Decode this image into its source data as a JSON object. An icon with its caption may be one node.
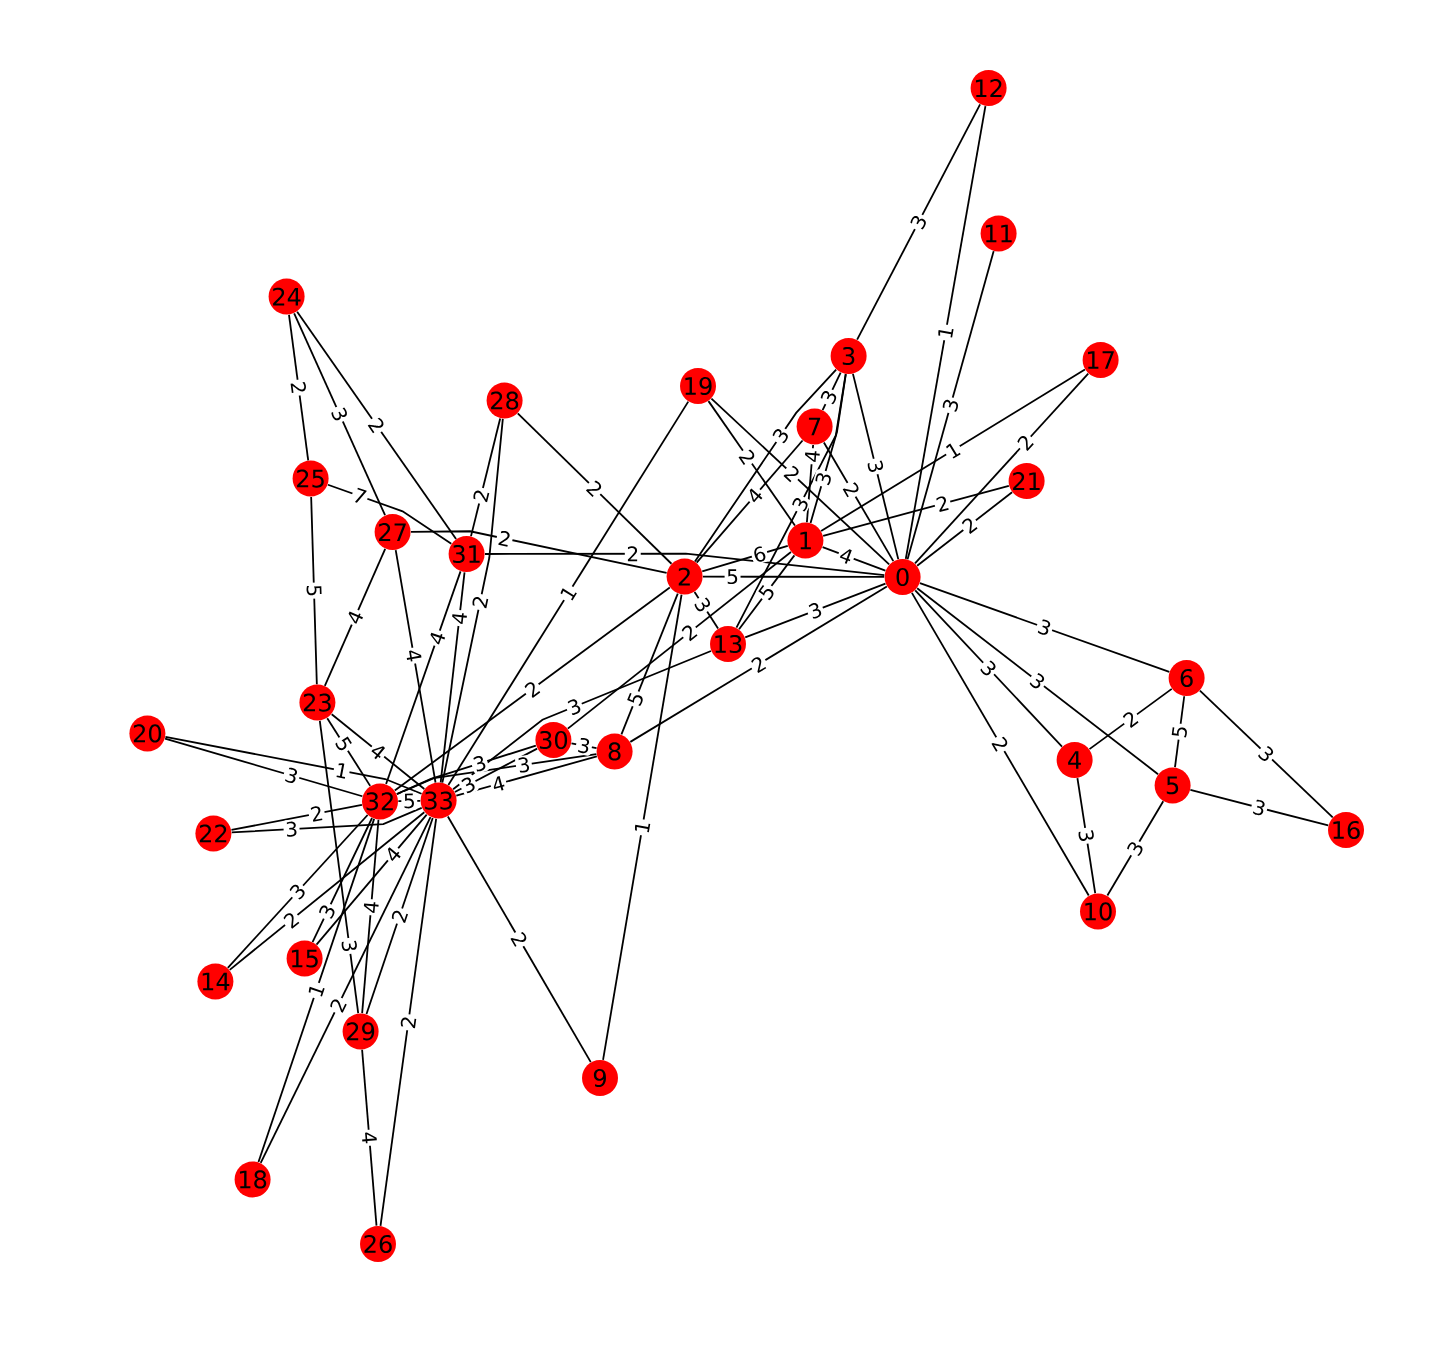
{
  "diagram": {
    "nodes": [
      {
        "text": [
          "0"
        ]
      },
      {
        "text": [
          "1"
        ]
      },
      {
        "text": [
          "2"
        ]
      },
      {
        "text": [
          "3"
        ]
      },
      {
        "text": [
          "4"
        ]
      },
      {
        "text": [
          "5"
        ]
      },
      {
        "text": [
          "6"
        ]
      },
      {
        "text": [
          "7"
        ]
      },
      {
        "text": [
          "8"
        ]
      },
      {
        "text": [
          "9"
        ]
      },
      {
        "text": [
          "10"
        ]
      },
      {
        "text": [
          "11"
        ]
      },
      {
        "text": [
          "12"
        ]
      },
      {
        "text": [
          "13"
        ]
      },
      {
        "text": [
          "14"
        ]
      },
      {
        "text": [
          "15"
        ]
      },
      {
        "text": [
          "16"
        ]
      },
      {
        "text": [
          "17"
        ]
      },
      {
        "text": [
          "18"
        ]
      },
      {
        "text": [
          "19"
        ]
      },
      {
        "text": [
          "20"
        ]
      },
      {
        "text": [
          "21"
        ]
      },
      {
        "text": [
          "22"
        ]
      },
      {
        "text": [
          "23"
        ]
      },
      {
        "text": [
          "24"
        ]
      },
      {
        "text": [
          "25"
        ]
      },
      {
        "text": [
          "26"
        ]
      },
      {
        "text": [
          "27"
        ]
      },
      {
        "text": [
          "28"
        ]
      },
      {
        "text": [
          "29"
        ]
      },
      {
        "text": [
          "30"
        ]
      },
      {
        "text": [
          "31"
        ]
      },
      {
        "text": [
          "32"
        ]
      },
      {
        "text": [
          "33"
        ]
      }
    ],
    "edges": [
      {
        "from": 0,
        "to": 1,
        "arrow": "none",
        "label": "4"
      },
      {
        "from": 0,
        "to": 2,
        "arrow": "none",
        "label": "5"
      },
      {
        "from": 0,
        "to": 3,
        "arrow": "none",
        "label": "3"
      },
      {
        "from": 0,
        "to": 4,
        "arrow": "none",
        "label": "3"
      },
      {
        "from": 0,
        "to": 5,
        "arrow": "none",
        "label": "3"
      },
      {
        "from": 0,
        "to": 6,
        "arrow": "none",
        "label": "3"
      },
      {
        "from": 0,
        "to": 7,
        "arrow": "none",
        "label": "2"
      },
      {
        "from": 0,
        "to": 8,
        "arrow": "none",
        "label": "2"
      },
      {
        "from": 0,
        "to": 10,
        "arrow": "none",
        "label": "2"
      },
      {
        "from": 0,
        "to": 11,
        "arrow": "none",
        "label": "3"
      },
      {
        "from": 0,
        "to": 12,
        "arrow": "none",
        "label": "1"
      },
      {
        "from": 0,
        "to": 13,
        "arrow": "none",
        "label": "3"
      },
      {
        "from": 0,
        "to": 17,
        "arrow": "none",
        "label": "2"
      },
      {
        "from": 0,
        "to": 19,
        "arrow": "none",
        "label": "2"
      },
      {
        "from": 0,
        "to": 21,
        "arrow": "none",
        "label": "2"
      },
      {
        "from": 0,
        "to": 31,
        "arrow": "none",
        "label": "2"
      },
      {
        "from": 1,
        "to": 2,
        "arrow": "none",
        "label": "6"
      },
      {
        "from": 1,
        "to": 3,
        "arrow": "none",
        "label": "3"
      },
      {
        "from": 1,
        "to": 7,
        "arrow": "none",
        "label": "4"
      },
      {
        "from": 1,
        "to": 13,
        "arrow": "none",
        "label": "5"
      },
      {
        "from": 1,
        "to": 17,
        "arrow": "none",
        "label": "1"
      },
      {
        "from": 1,
        "to": 19,
        "arrow": "none",
        "label": "2"
      },
      {
        "from": 1,
        "to": 21,
        "arrow": "none",
        "label": "2"
      },
      {
        "from": 1,
        "to": 30,
        "arrow": "none",
        "label": "2"
      },
      {
        "from": 2,
        "to": 3,
        "arrow": "none",
        "label": "3"
      },
      {
        "from": 2,
        "to": 7,
        "arrow": "none",
        "label": "4"
      },
      {
        "from": 2,
        "to": 8,
        "arrow": "none",
        "label": "5"
      },
      {
        "from": 2,
        "to": 9,
        "arrow": "none",
        "label": "1"
      },
      {
        "from": 2,
        "to": 13,
        "arrow": "none",
        "label": "3"
      },
      {
        "from": 2,
        "to": 27,
        "arrow": "none",
        "label": "2"
      },
      {
        "from": 2,
        "to": 28,
        "arrow": "none",
        "label": "2"
      },
      {
        "from": 2,
        "to": 32,
        "arrow": "none",
        "label": "2"
      },
      {
        "from": 3,
        "to": 7,
        "arrow": "none",
        "label": "3"
      },
      {
        "from": 3,
        "to": 12,
        "arrow": "none",
        "label": "3"
      },
      {
        "from": 3,
        "to": 13,
        "arrow": "none",
        "label": "3"
      },
      {
        "from": 4,
        "to": 6,
        "arrow": "none",
        "label": "2"
      },
      {
        "from": 4,
        "to": 10,
        "arrow": "none",
        "label": "3"
      },
      {
        "from": 5,
        "to": 6,
        "arrow": "none",
        "label": "5"
      },
      {
        "from": 5,
        "to": 10,
        "arrow": "none",
        "label": "3"
      },
      {
        "from": 5,
        "to": 16,
        "arrow": "none",
        "label": "3"
      },
      {
        "from": 6,
        "to": 16,
        "arrow": "none",
        "label": "3"
      },
      {
        "from": 8,
        "to": 30,
        "arrow": "none",
        "label": "3"
      },
      {
        "from": 8,
        "to": 32,
        "arrow": "none",
        "label": "3"
      },
      {
        "from": 8,
        "to": 33,
        "arrow": "none",
        "label": "4"
      },
      {
        "from": 9,
        "to": 33,
        "arrow": "none",
        "label": "2"
      },
      {
        "from": 13,
        "to": 33,
        "arrow": "none",
        "label": "3"
      },
      {
        "from": 14,
        "to": 32,
        "arrow": "none",
        "label": "3"
      },
      {
        "from": 14,
        "to": 33,
        "arrow": "none",
        "label": "2"
      },
      {
        "from": 15,
        "to": 32,
        "arrow": "none",
        "label": "3"
      },
      {
        "from": 15,
        "to": 33,
        "arrow": "none",
        "label": "4"
      },
      {
        "from": 18,
        "to": 32,
        "arrow": "none",
        "label": "1"
      },
      {
        "from": 18,
        "to": 33,
        "arrow": "none",
        "label": "2"
      },
      {
        "from": 19,
        "to": 33,
        "arrow": "none",
        "label": "1"
      },
      {
        "from": 20,
        "to": 32,
        "arrow": "none",
        "label": "3"
      },
      {
        "from": 20,
        "to": 33,
        "arrow": "none",
        "label": "1"
      },
      {
        "from": 22,
        "to": 32,
        "arrow": "none",
        "label": "2"
      },
      {
        "from": 22,
        "to": 33,
        "arrow": "none",
        "label": "3"
      },
      {
        "from": 23,
        "to": 25,
        "arrow": "none",
        "label": "5"
      },
      {
        "from": 23,
        "to": 27,
        "arrow": "none",
        "label": "4"
      },
      {
        "from": 23,
        "to": 29,
        "arrow": "none",
        "label": "3"
      },
      {
        "from": 23,
        "to": 32,
        "arrow": "none",
        "label": "5"
      },
      {
        "from": 23,
        "to": 33,
        "arrow": "none",
        "label": "4"
      },
      {
        "from": 24,
        "to": 25,
        "arrow": "none",
        "label": "2"
      },
      {
        "from": 24,
        "to": 27,
        "arrow": "none",
        "label": "3"
      },
      {
        "from": 24,
        "to": 31,
        "arrow": "none",
        "label": "2"
      },
      {
        "from": 25,
        "to": 31,
        "arrow": "none",
        "label": "7"
      },
      {
        "from": 26,
        "to": 29,
        "arrow": "none",
        "label": "4"
      },
      {
        "from": 26,
        "to": 33,
        "arrow": "none",
        "label": "2"
      },
      {
        "from": 27,
        "to": 33,
        "arrow": "none",
        "label": "4"
      },
      {
        "from": 28,
        "to": 31,
        "arrow": "none",
        "label": "2"
      },
      {
        "from": 28,
        "to": 33,
        "arrow": "none",
        "label": "2"
      },
      {
        "from": 29,
        "to": 32,
        "arrow": "none",
        "label": "4"
      },
      {
        "from": 29,
        "to": 33,
        "arrow": "none",
        "label": "2"
      },
      {
        "from": 30,
        "to": 32,
        "arrow": "none",
        "label": "3"
      },
      {
        "from": 30,
        "to": 33,
        "arrow": "none",
        "label": "3"
      },
      {
        "from": 31,
        "to": 32,
        "arrow": "none",
        "label": "4"
      },
      {
        "from": 31,
        "to": 33,
        "arrow": "none",
        "label": "4"
      },
      {
        "from": 32,
        "to": 33,
        "arrow": "none",
        "label": "5"
      }
    ]
  }
}
